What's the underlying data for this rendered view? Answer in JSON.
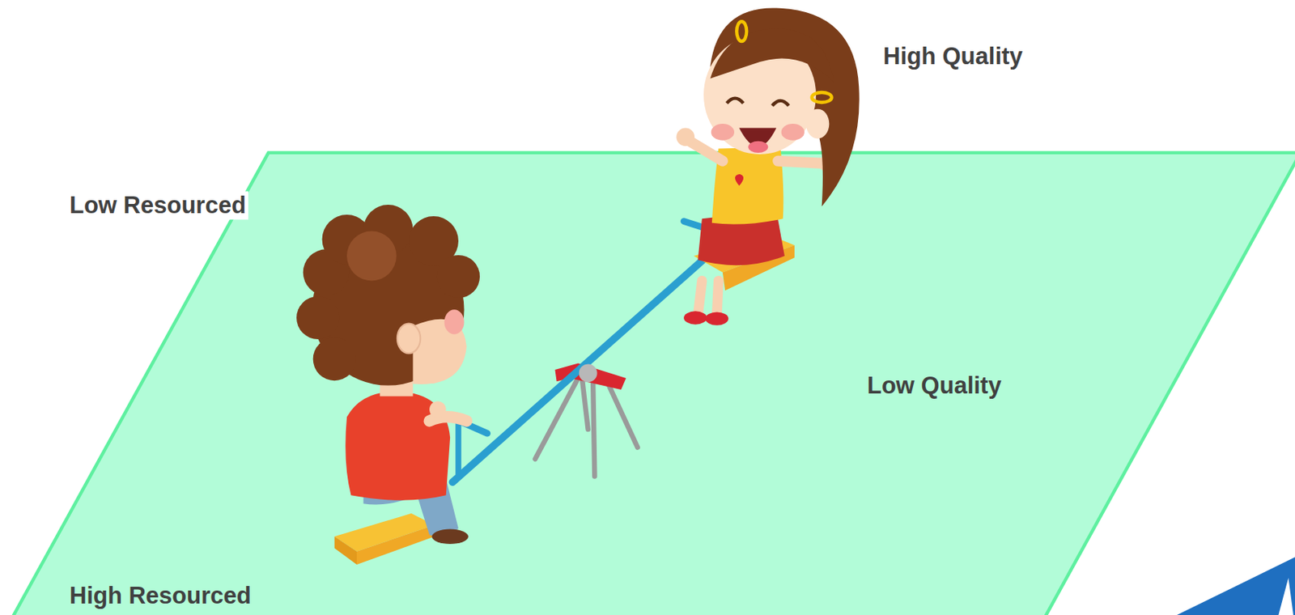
{
  "diagram": {
    "labels": [
      "High Quality",
      "Low Resourced",
      "Low Quality",
      "High Resourced"
    ]
  }
}
